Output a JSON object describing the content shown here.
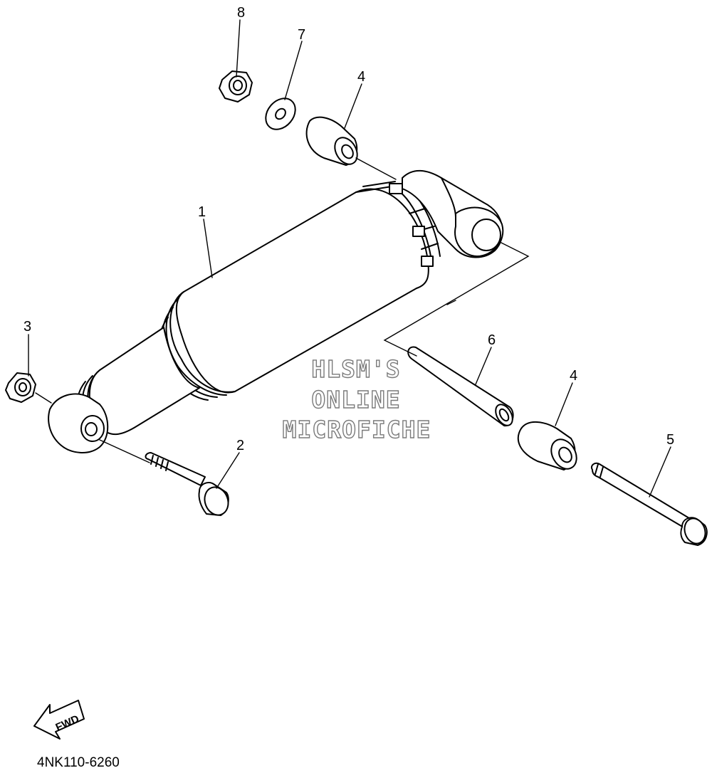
{
  "diagram": {
    "callouts": {
      "shock_absorber": "1",
      "lower_bolt": "2",
      "lower_nut": "3",
      "collar_upper": "4",
      "collar_lower": "4",
      "pivot_bolt": "5",
      "spacer": "6",
      "washer": "7",
      "upper_nut": "8"
    },
    "watermark": {
      "line1": "HLSM'S",
      "line2": "ONLINE",
      "line3": "MICROFICHE"
    },
    "direction_label": "FWD",
    "diagram_code": "4NK110-6260"
  }
}
